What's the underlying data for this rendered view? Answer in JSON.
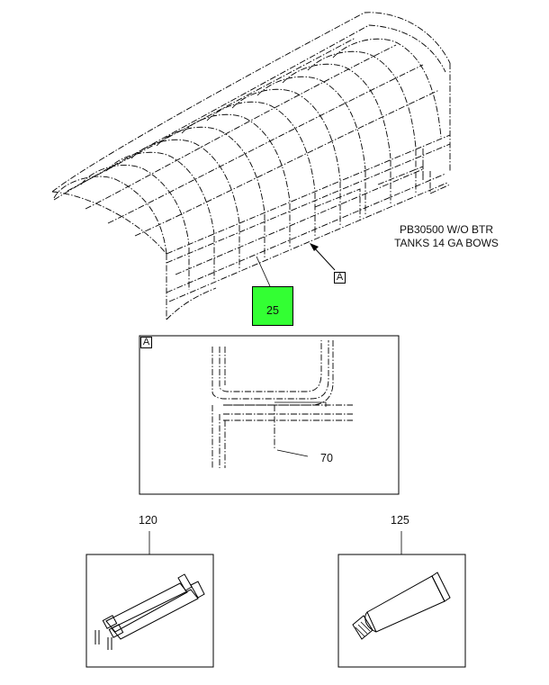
{
  "title": {
    "line1": "PB30500 W/O BTR",
    "line2": "TANKS 14 GA BOWS"
  },
  "callouts": {
    "bows": {
      "label": "25",
      "color": "#33ff33"
    },
    "rail": {
      "label": "70"
    },
    "adhesive": {
      "label": "120"
    },
    "sealant": {
      "label": "125"
    }
  },
  "detail": {
    "view_letter": "A",
    "box_letter": "A"
  },
  "colors": {
    "highlight": "#33ff33",
    "line": "#000000"
  }
}
